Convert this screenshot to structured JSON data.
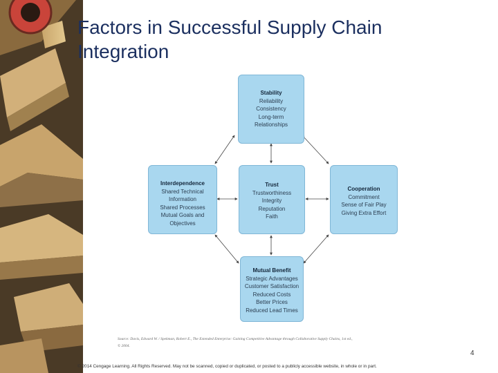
{
  "title": "Factors in Successful Supply Chain Integration",
  "diagram": {
    "stability": {
      "heading": "Stability",
      "items": [
        "Reliability",
        "Consistency",
        "Long-term",
        "Relationships"
      ]
    },
    "interdependence": {
      "heading": "Interdependence",
      "items": [
        "Shared Technical",
        "Information",
        "Shared Processes",
        "Mutual Goals and",
        "Objectives"
      ]
    },
    "trust": {
      "heading": "Trust",
      "items": [
        "Trustworthiness",
        "Integrity",
        "Reputation",
        "Faith"
      ]
    },
    "cooperation": {
      "heading": "Cooperation",
      "items": [
        "Commitment",
        "Sense of Fair Play",
        "Giving Extra Effort"
      ]
    },
    "mutual_benefit": {
      "heading": "Mutual Benefit",
      "items": [
        "Strategic Advantages",
        "Customer Satisfaction",
        "Reduced Costs",
        "Better Prices",
        "Reduced Lead Times"
      ]
    }
  },
  "source_line1": "Source: Davis, Edward W. / Spekman, Robert E., The Extended Enterprise: Gaining Competitive Advantage through Collaborative Supply Chains, 1st ed.,",
  "source_line2": "© 2004.",
  "page_number": "4",
  "copyright": "© 2014 Cengage Learning. All Rights Reserved. May not be scanned, copied or duplicated, or posted to a publicly accessible website, in whole or in part."
}
